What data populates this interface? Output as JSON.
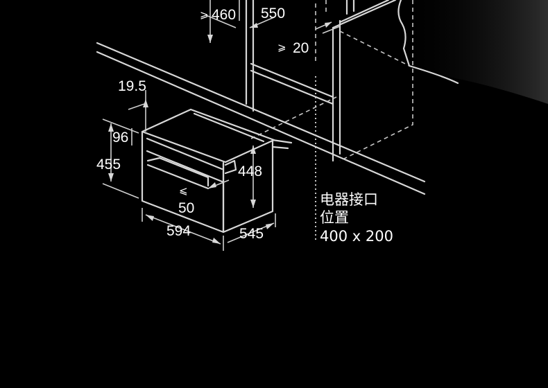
{
  "dimensions": {
    "depth_top": "460",
    "width_top": "550",
    "gap_top": "20",
    "top_offset": "19.5",
    "panel_height": "96",
    "total_height": "455",
    "inner_height": "448",
    "gap_bottom": "50",
    "width": "594",
    "depth": "545",
    "ge_symbol": "⩾",
    "le_symbol": "⩽"
  },
  "note": {
    "line1": "电器接口",
    "line2": "位置",
    "line3": "400 x 200"
  },
  "colors": {
    "background": "#000000",
    "line": "#d8d8d8",
    "text": "#ffffff"
  }
}
